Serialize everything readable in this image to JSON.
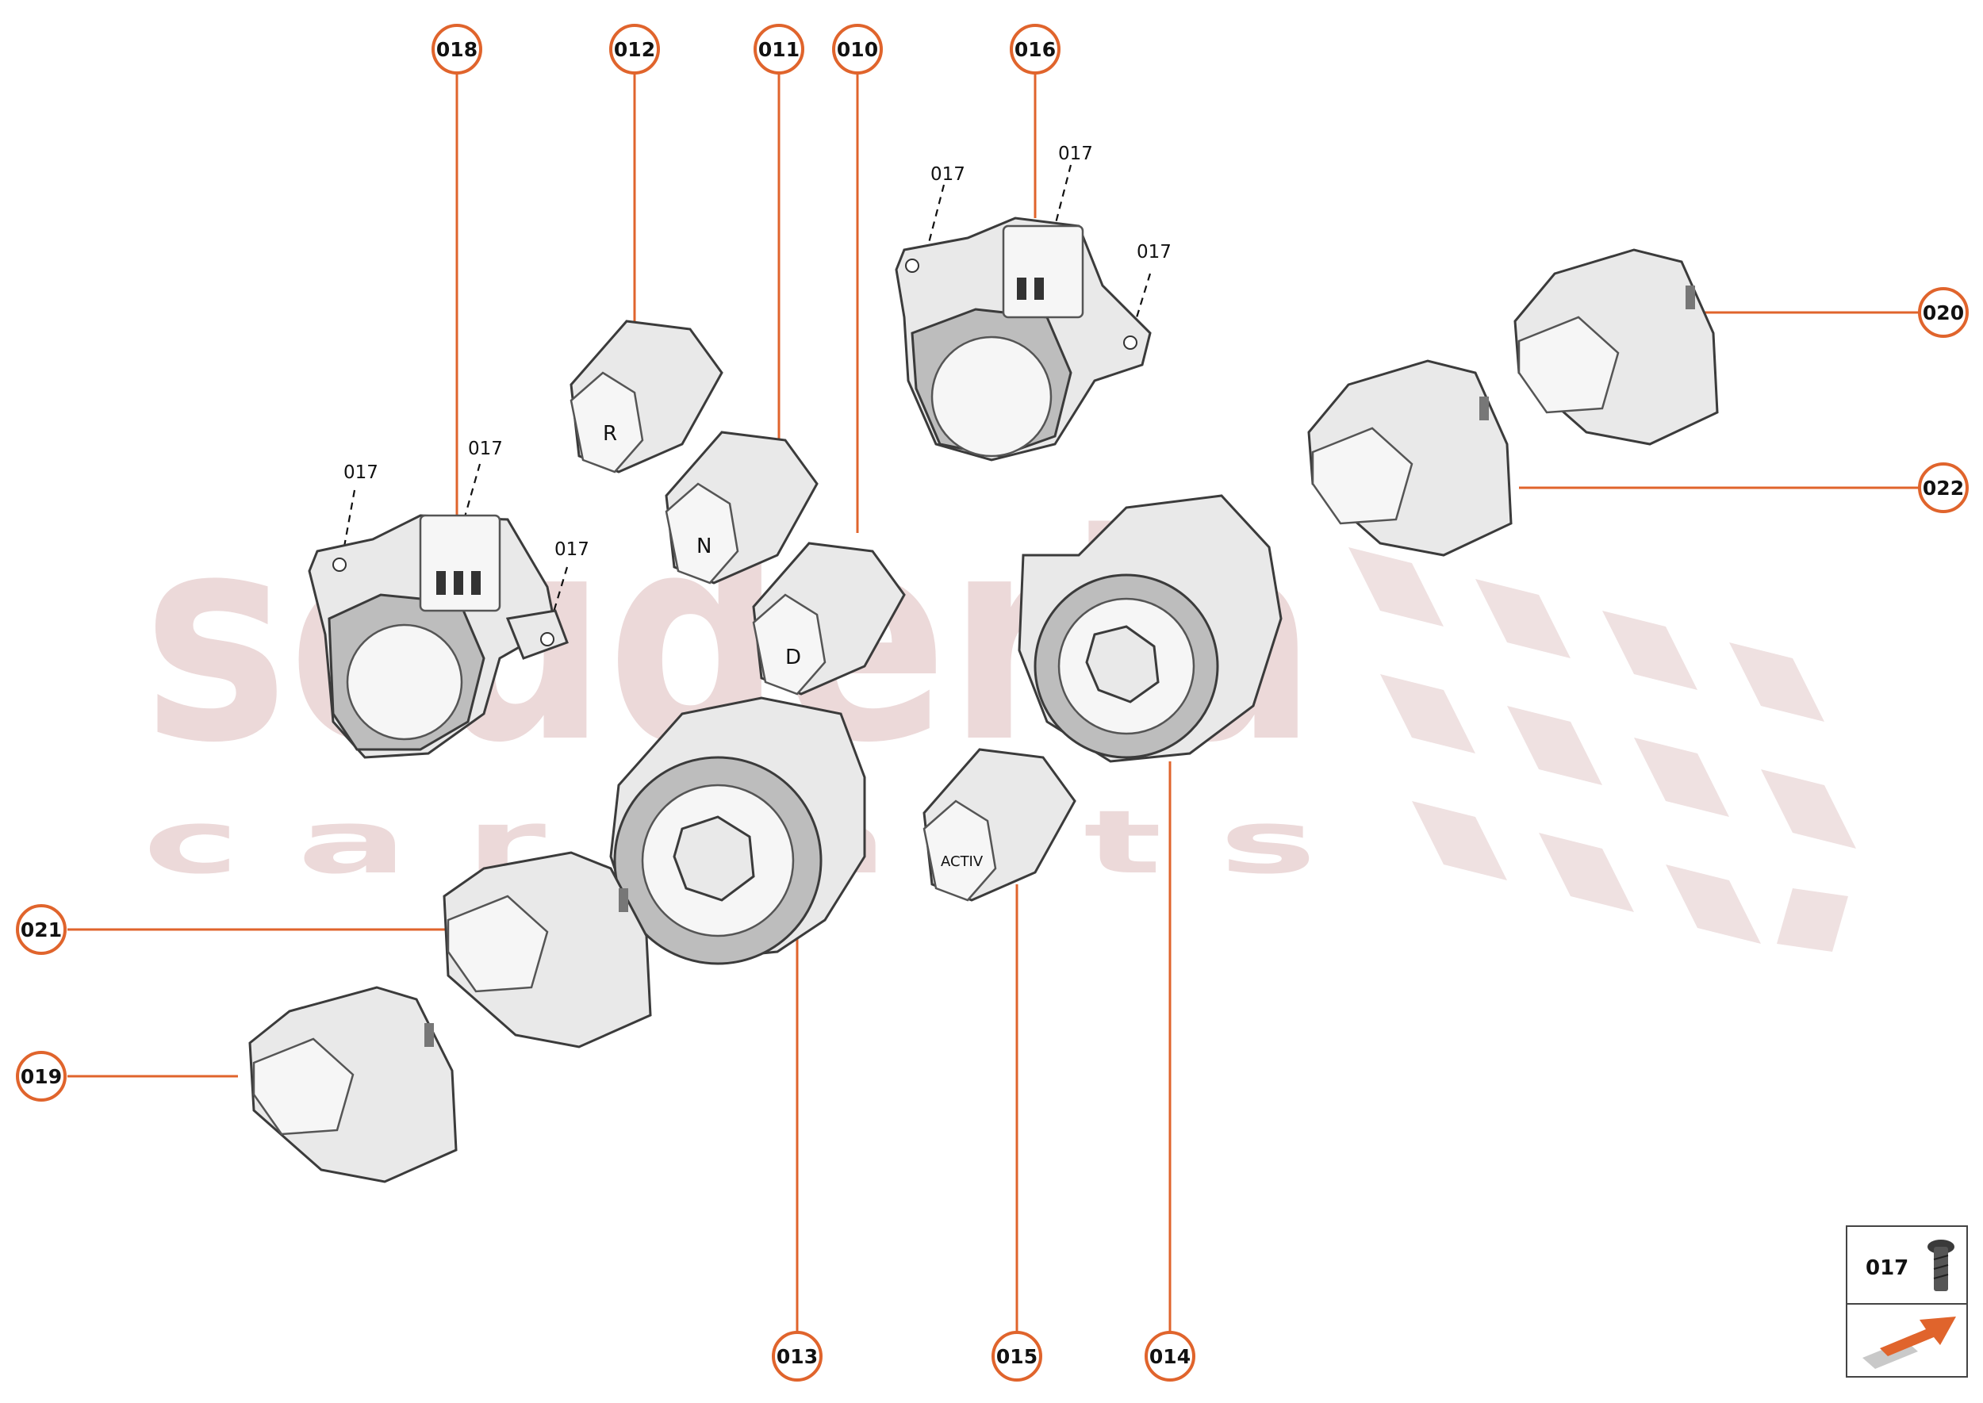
{
  "watermark": {
    "line1": "scuderia",
    "line2": "c a r p a r t s"
  },
  "callouts": {
    "c018": "018",
    "c012": "012",
    "c011": "011",
    "c010": "010",
    "c016": "016",
    "c020": "020",
    "c022": "022",
    "c021": "021",
    "c019": "019",
    "c013": "013",
    "c015": "015",
    "c014": "014"
  },
  "screw_labels": {
    "s1": "017",
    "s2": "017",
    "s3": "017",
    "s4": "017",
    "s5": "017",
    "s6": "017"
  },
  "button_glyphs": {
    "r": "R",
    "n": "N",
    "d": "D",
    "mode": "ACTIV"
  },
  "legend": {
    "screw_code": "017",
    "icons": [
      "screw-icon",
      "direction-arrow-icon"
    ]
  },
  "colors": {
    "accent": "#e0642c",
    "watermark": "#ecd9d9",
    "line": "#111111"
  }
}
